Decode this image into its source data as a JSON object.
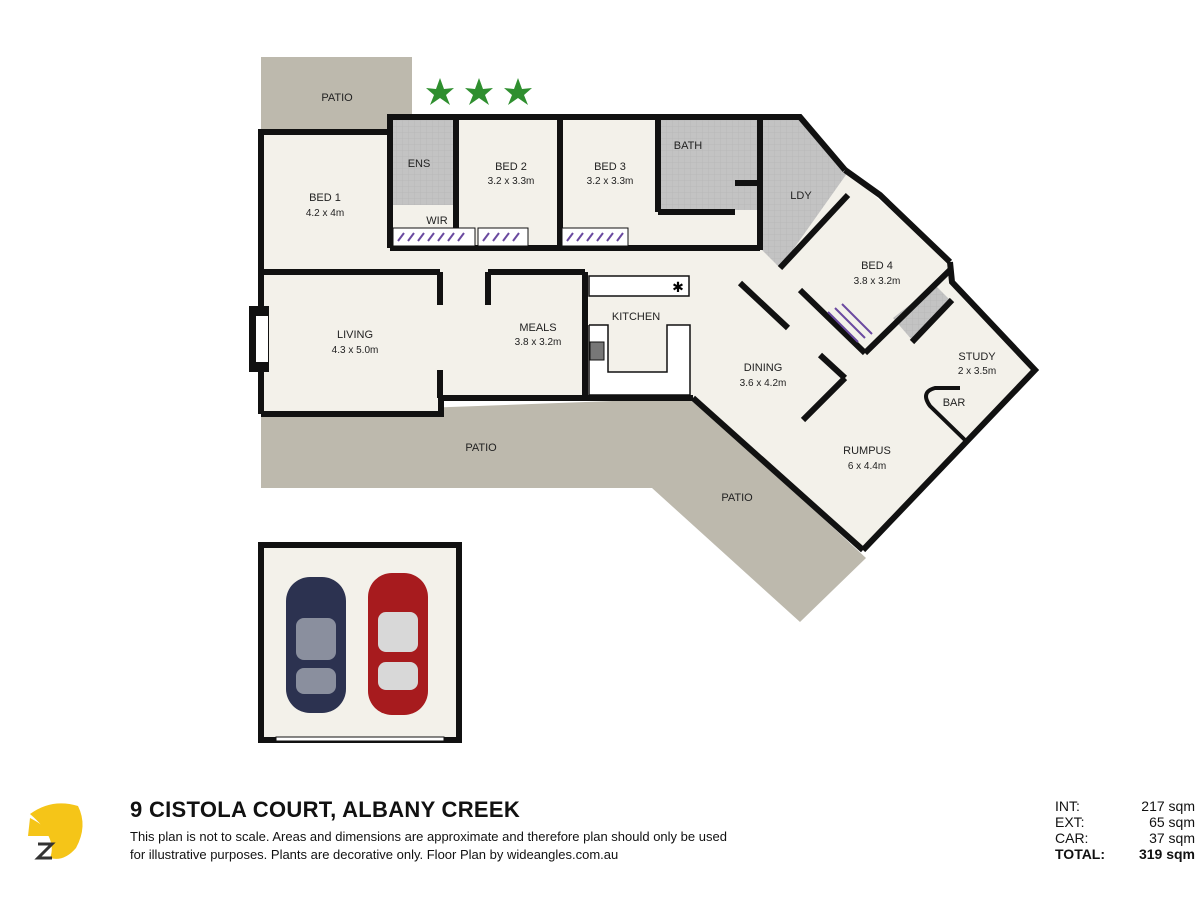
{
  "property": {
    "address": "9 CISTOLA COURT, ALBANY CREEK",
    "disclaimer_part1": "This plan is not to scale. Areas and dimensions are approximate and therefore plan should only be used for illustrative purposes. Plants are decorative only. Floor Plan by",
    "disclaimer_brand": "wideangles.com.au"
  },
  "areas": [
    {
      "label": "INT:",
      "value": "217 sqm"
    },
    {
      "label": "EXT:",
      "value": "65 sqm"
    },
    {
      "label": "CAR:",
      "value": "37 sqm"
    },
    {
      "label": "TOTAL:",
      "value": "319 sqm"
    }
  ],
  "rooms": {
    "patio_top": {
      "name": "PATIO"
    },
    "ens": {
      "name": "ENS"
    },
    "bed1": {
      "name": "BED 1",
      "dim": "4.2 x 4m"
    },
    "bed2": {
      "name": "BED 2",
      "dim": "3.2 x 3.3m"
    },
    "bed3": {
      "name": "BED 3",
      "dim": "3.2 x 3.3m"
    },
    "bath": {
      "name": "BATH"
    },
    "ldy": {
      "name": "LDY"
    },
    "wir": {
      "name": "WIR"
    },
    "bed4": {
      "name": "BED 4",
      "dim": "3.8 x 3.2m"
    },
    "living": {
      "name": "LIVING",
      "dim": "4.3 x 5.0m"
    },
    "meals": {
      "name": "MEALS",
      "dim": "3.8 x 3.2m"
    },
    "kitchen": {
      "name": "KITCHEN"
    },
    "dining": {
      "name": "DINING",
      "dim": "3.6 x 4.2m"
    },
    "study": {
      "name": "STUDY",
      "dim": "2 x 3.5m"
    },
    "bar": {
      "name": "BAR"
    },
    "rumpus": {
      "name": "RUMPUS",
      "dim": "6 x 4.4m"
    },
    "patio_main": {
      "name": "PATIO"
    },
    "patio_side": {
      "name": "PATIO"
    }
  },
  "colors": {
    "wall": "#111111",
    "floor": "#f3f1ea",
    "patio": "#bdb9ad",
    "wet": "#bfbfbf",
    "car_blue": "#2c3250",
    "car_red": "#a71b1e",
    "logo_yellow": "#f5c518"
  }
}
